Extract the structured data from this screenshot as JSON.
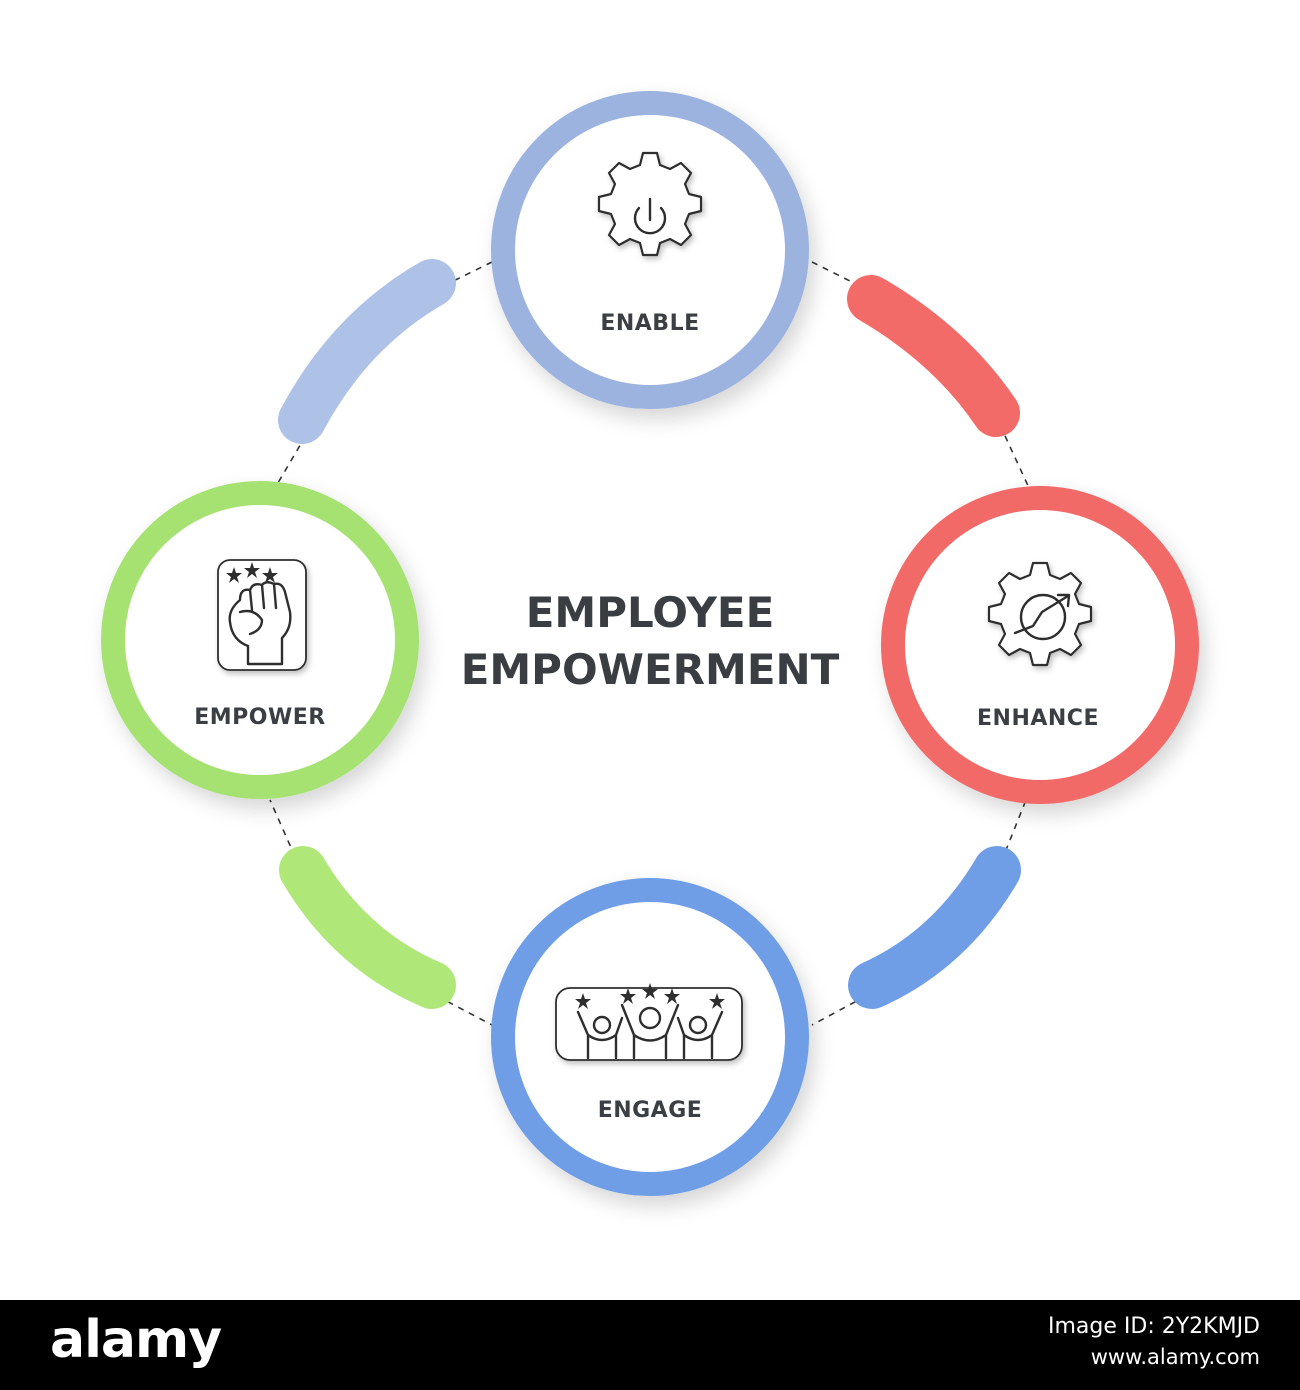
{
  "title": {
    "line1": "EMPLOYEE",
    "line2": "EMPOWERMENT"
  },
  "steps": [
    {
      "label": "ENABLE",
      "icon": "power-gear-icon",
      "color": "#9cb3e0"
    },
    {
      "label": "ENHANCE",
      "icon": "growth-gear-icon",
      "color": "#f26b68"
    },
    {
      "label": "ENGAGE",
      "icon": "cheering-people-icon",
      "color": "#6f9ee6"
    },
    {
      "label": "EMPOWER",
      "icon": "raised-fist-icon",
      "color": "#a6e272"
    }
  ],
  "connectors": [
    {
      "color": "#aec1e6"
    },
    {
      "color": "#f26b68"
    },
    {
      "color": "#6f9ee6"
    },
    {
      "color": "#afe878"
    }
  ],
  "footer": {
    "logo": "alamy",
    "image_id": "Image ID: 2Y2KMJD",
    "url": "www.alamy.com"
  }
}
